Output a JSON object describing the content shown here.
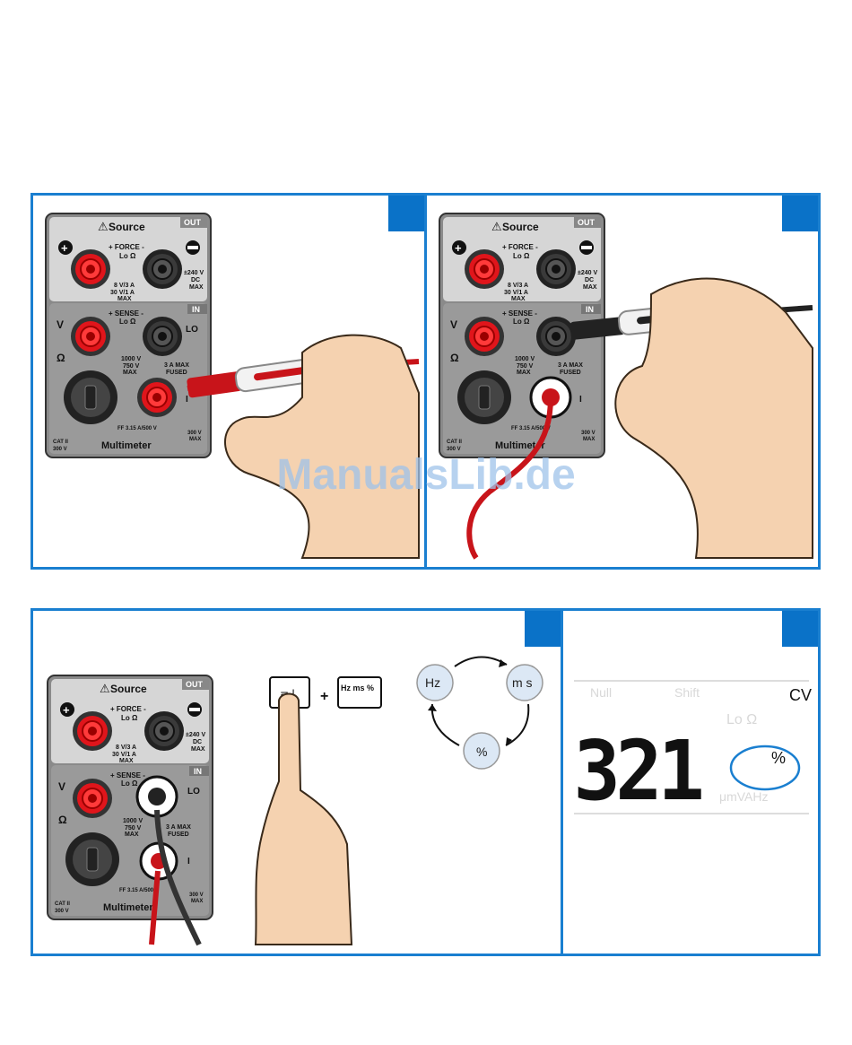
{
  "panel": {
    "source_label": "Source",
    "out_label": "OUT",
    "in_label": "IN",
    "force_label": "+ FORCE -",
    "lo_ohm": "Lo Ω",
    "force_spec": [
      "8 V/3 A",
      "30 V/1 A",
      "MAX"
    ],
    "dc_spec": [
      "±240 V",
      "DC",
      "MAX"
    ],
    "sense_label": "+ SENSE -",
    "v_label": "V",
    "ohm_label": "Ω",
    "lo_label": "LO",
    "i_label": "I",
    "sense_spec": [
      "1000 V",
      "750 V",
      "MAX"
    ],
    "amp_spec": [
      "3 A MAX",
      "FUSED"
    ],
    "fuse_label": "FF 3.15 A/500 V",
    "cat_label": [
      "CAT II",
      "300 V"
    ],
    "gnd_spec": [
      "300 V",
      "MAX"
    ],
    "multimeter_label": "Multimeter"
  },
  "buttons": {
    "ac_key": "≂ I",
    "plus": "+",
    "hz_key": "Hz ms %"
  },
  "cycle": {
    "hz": "Hz",
    "ms": "m s",
    "pct": "%"
  },
  "display": {
    "top_icons": [
      "Null",
      "Shift"
    ],
    "cv": "CV",
    "lo_ohm": "Lo Ω",
    "digits": "321",
    "percent": "%",
    "units": "μmVAHz"
  },
  "watermark": "ManualsLib.de",
  "colors": {
    "frame": "#1a7fd0",
    "corner": "#0a72c8",
    "red": "#c8141a",
    "skin": "#f5d2b0"
  }
}
